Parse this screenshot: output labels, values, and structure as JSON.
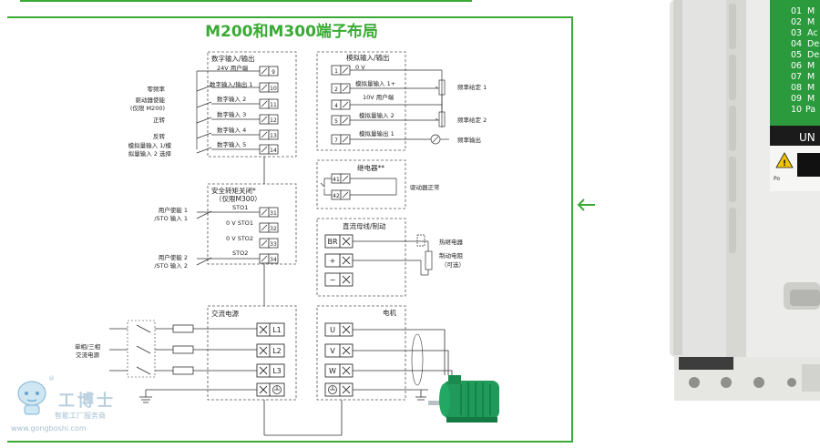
{
  "diagram_title": "M200和M300端子布局",
  "sections": {
    "digital_io": "数字输入/输出",
    "analog_io": "模拟输入/输出",
    "safe_torque_off": "安全转矩关闭*",
    "safe_torque_off_note": "（仅限M300）",
    "relay": "继电器**",
    "dc_bus": "直流母线/制动",
    "ac_supply": "交流电源",
    "motor": "电机"
  },
  "digital_terminals": [
    {
      "num": "9",
      "label": "24V 用户端"
    },
    {
      "num": "10",
      "label": "数字输入/输出 1"
    },
    {
      "num": "11",
      "label": "数字输入 2"
    },
    {
      "num": "12",
      "label": "数字输入 3"
    },
    {
      "num": "13",
      "label": "数字输入 4"
    },
    {
      "num": "14",
      "label": "数字输入 5"
    }
  ],
  "digital_side_labels": [
    "零频率",
    "驱动器使能",
    "(仅限 M200)",
    "正转",
    "反转",
    "模拟量输入 1/模",
    "拟量输入 2 选择"
  ],
  "analog_terminals": [
    {
      "num": "1",
      "label": "0 V"
    },
    {
      "num": "2",
      "label": "模拟量输入 1+"
    },
    {
      "num": "4",
      "label": "10V 用户端"
    },
    {
      "num": "5",
      "label": "模拟量输入 2"
    },
    {
      "num": "7",
      "label": "模拟量输出 1"
    }
  ],
  "analog_side_labels": [
    "频率给定 1",
    "频率给定 2",
    "频率输出"
  ],
  "sto_terminals": [
    {
      "num": "31",
      "label": "STO1"
    },
    {
      "num": "32",
      "label": "0 V STO1"
    },
    {
      "num": "33",
      "label": "0 V STO2"
    },
    {
      "num": "34",
      "label": "STO2"
    }
  ],
  "sto_side_labels": [
    "用户使能 1",
    "/STO 输入 1",
    "用户使能 2",
    "/STO 输入 2"
  ],
  "relay_terminals": [
    "41",
    "42"
  ],
  "relay_side_label": "驱动器正常",
  "dc_terminals": [
    "BR",
    "+",
    "−"
  ],
  "dc_side_labels": [
    "热继电器",
    "制动电阻",
    "（可选）"
  ],
  "ac_terminals": [
    "L1",
    "L2",
    "L3"
  ],
  "ac_side_labels": [
    "单相/三相",
    "交流电源"
  ],
  "motor_terminals": [
    "U",
    "V",
    "W"
  ],
  "logo": {
    "name": "工博士",
    "subtitle": "智能工厂服务商",
    "url": "www.gongboshi.com",
    "registered": "®"
  },
  "device_panel": {
    "menu_numbers": [
      "01",
      "02",
      "03",
      "04",
      "05",
      "06",
      "07",
      "08",
      "09",
      "10"
    ],
    "menu_letters": [
      "M",
      "M",
      "Ac",
      "De",
      "De",
      "M",
      "M",
      "M",
      "M",
      "Pa"
    ],
    "banner_text": "UN",
    "warning_sub": "Po"
  },
  "colors": {
    "accent_green": "#3aaa35",
    "motor_green": "#1f9a5a",
    "panel_green": "#2a9a3c"
  }
}
